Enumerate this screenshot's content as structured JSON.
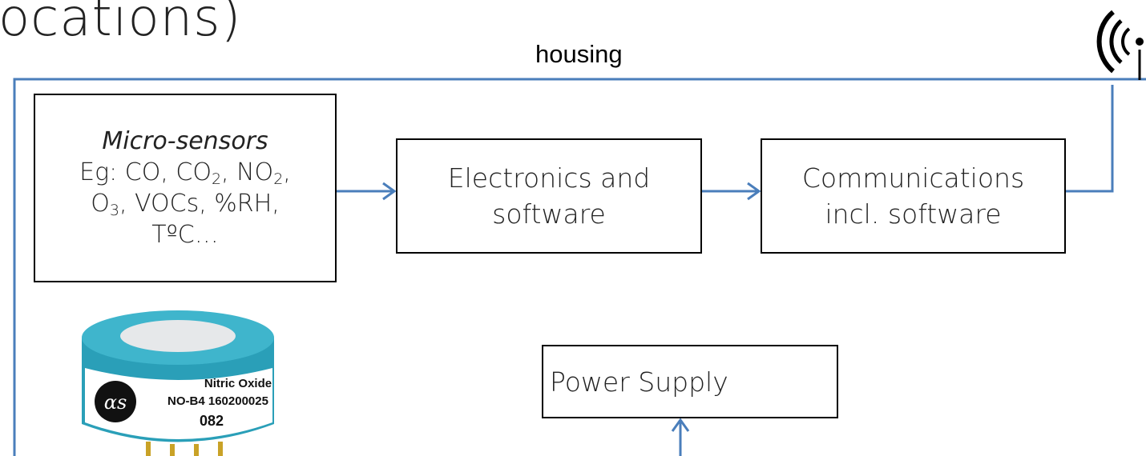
{
  "title_fragment": "ocations)",
  "housing_label": "housing",
  "sensors_box": {
    "heading": "Micro-sensors",
    "line1": {
      "a": "Eg: CO, CO",
      "sub1": "2",
      "b": ", NO",
      "sub2": "2",
      "c": ","
    },
    "line2": {
      "a": "O",
      "sub1": "3",
      "b": ", VOCs,  %RH,"
    },
    "line3": "TºC…"
  },
  "electronics_box": {
    "line1": "Electronics and",
    "line2": "software"
  },
  "comms_box": {
    "line1": "Communications",
    "line2": "incl. software"
  },
  "power_box": {
    "label": "Power Supply"
  },
  "sensor_photo": {
    "brand_mark": "αs",
    "label_line1": "Nitric Oxide",
    "label_line2": "NO-B4 160200025",
    "label_line3": "082"
  },
  "colors": {
    "wire": "#4a7ebb",
    "housing_border": "#4a7ebb",
    "sensor_body": "#2a9fb8"
  },
  "icons": {
    "antenna": "antenna-icon"
  }
}
